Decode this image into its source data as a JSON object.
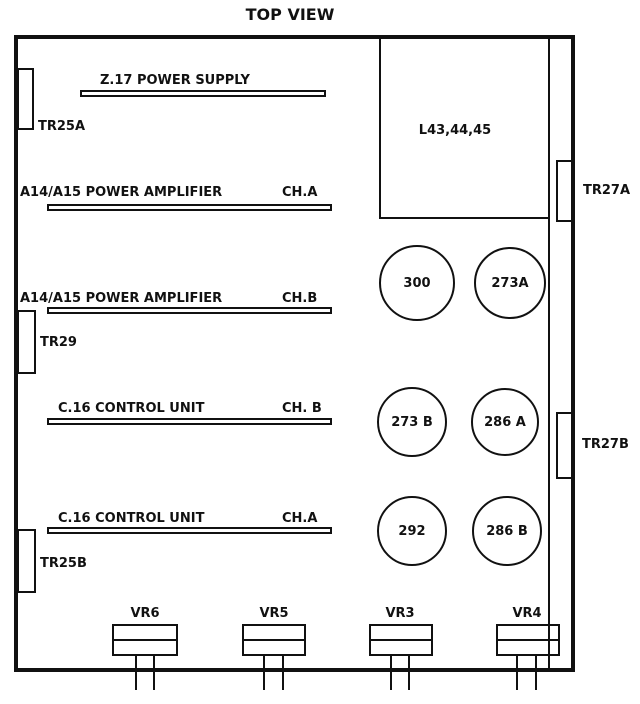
{
  "title": "TOP VIEW",
  "boards": [
    {
      "left": "Z.17 POWER SUPPLY",
      "right": ""
    },
    {
      "left": "A14/A15  POWER AMPLIFIER",
      "right": "CH.A"
    },
    {
      "left": "A14/A15  POWER AMPLIFIER",
      "right": "CH.B"
    },
    {
      "left": "C.16    CONTROL UNIT",
      "right": "CH. B"
    },
    {
      "left": "C.16    CONTROL UNIT",
      "right": "CH.A"
    }
  ],
  "inductor_label": "L43,44,45",
  "components": [
    "300",
    "273A",
    "273 B",
    "286 A",
    "292",
    "286 B"
  ],
  "connectors": [
    "TR25A",
    "TR27A",
    "TR29",
    "TR27B",
    "TR25B"
  ],
  "pots": [
    "VR6",
    "VR5",
    "VR3",
    "VR4"
  ]
}
